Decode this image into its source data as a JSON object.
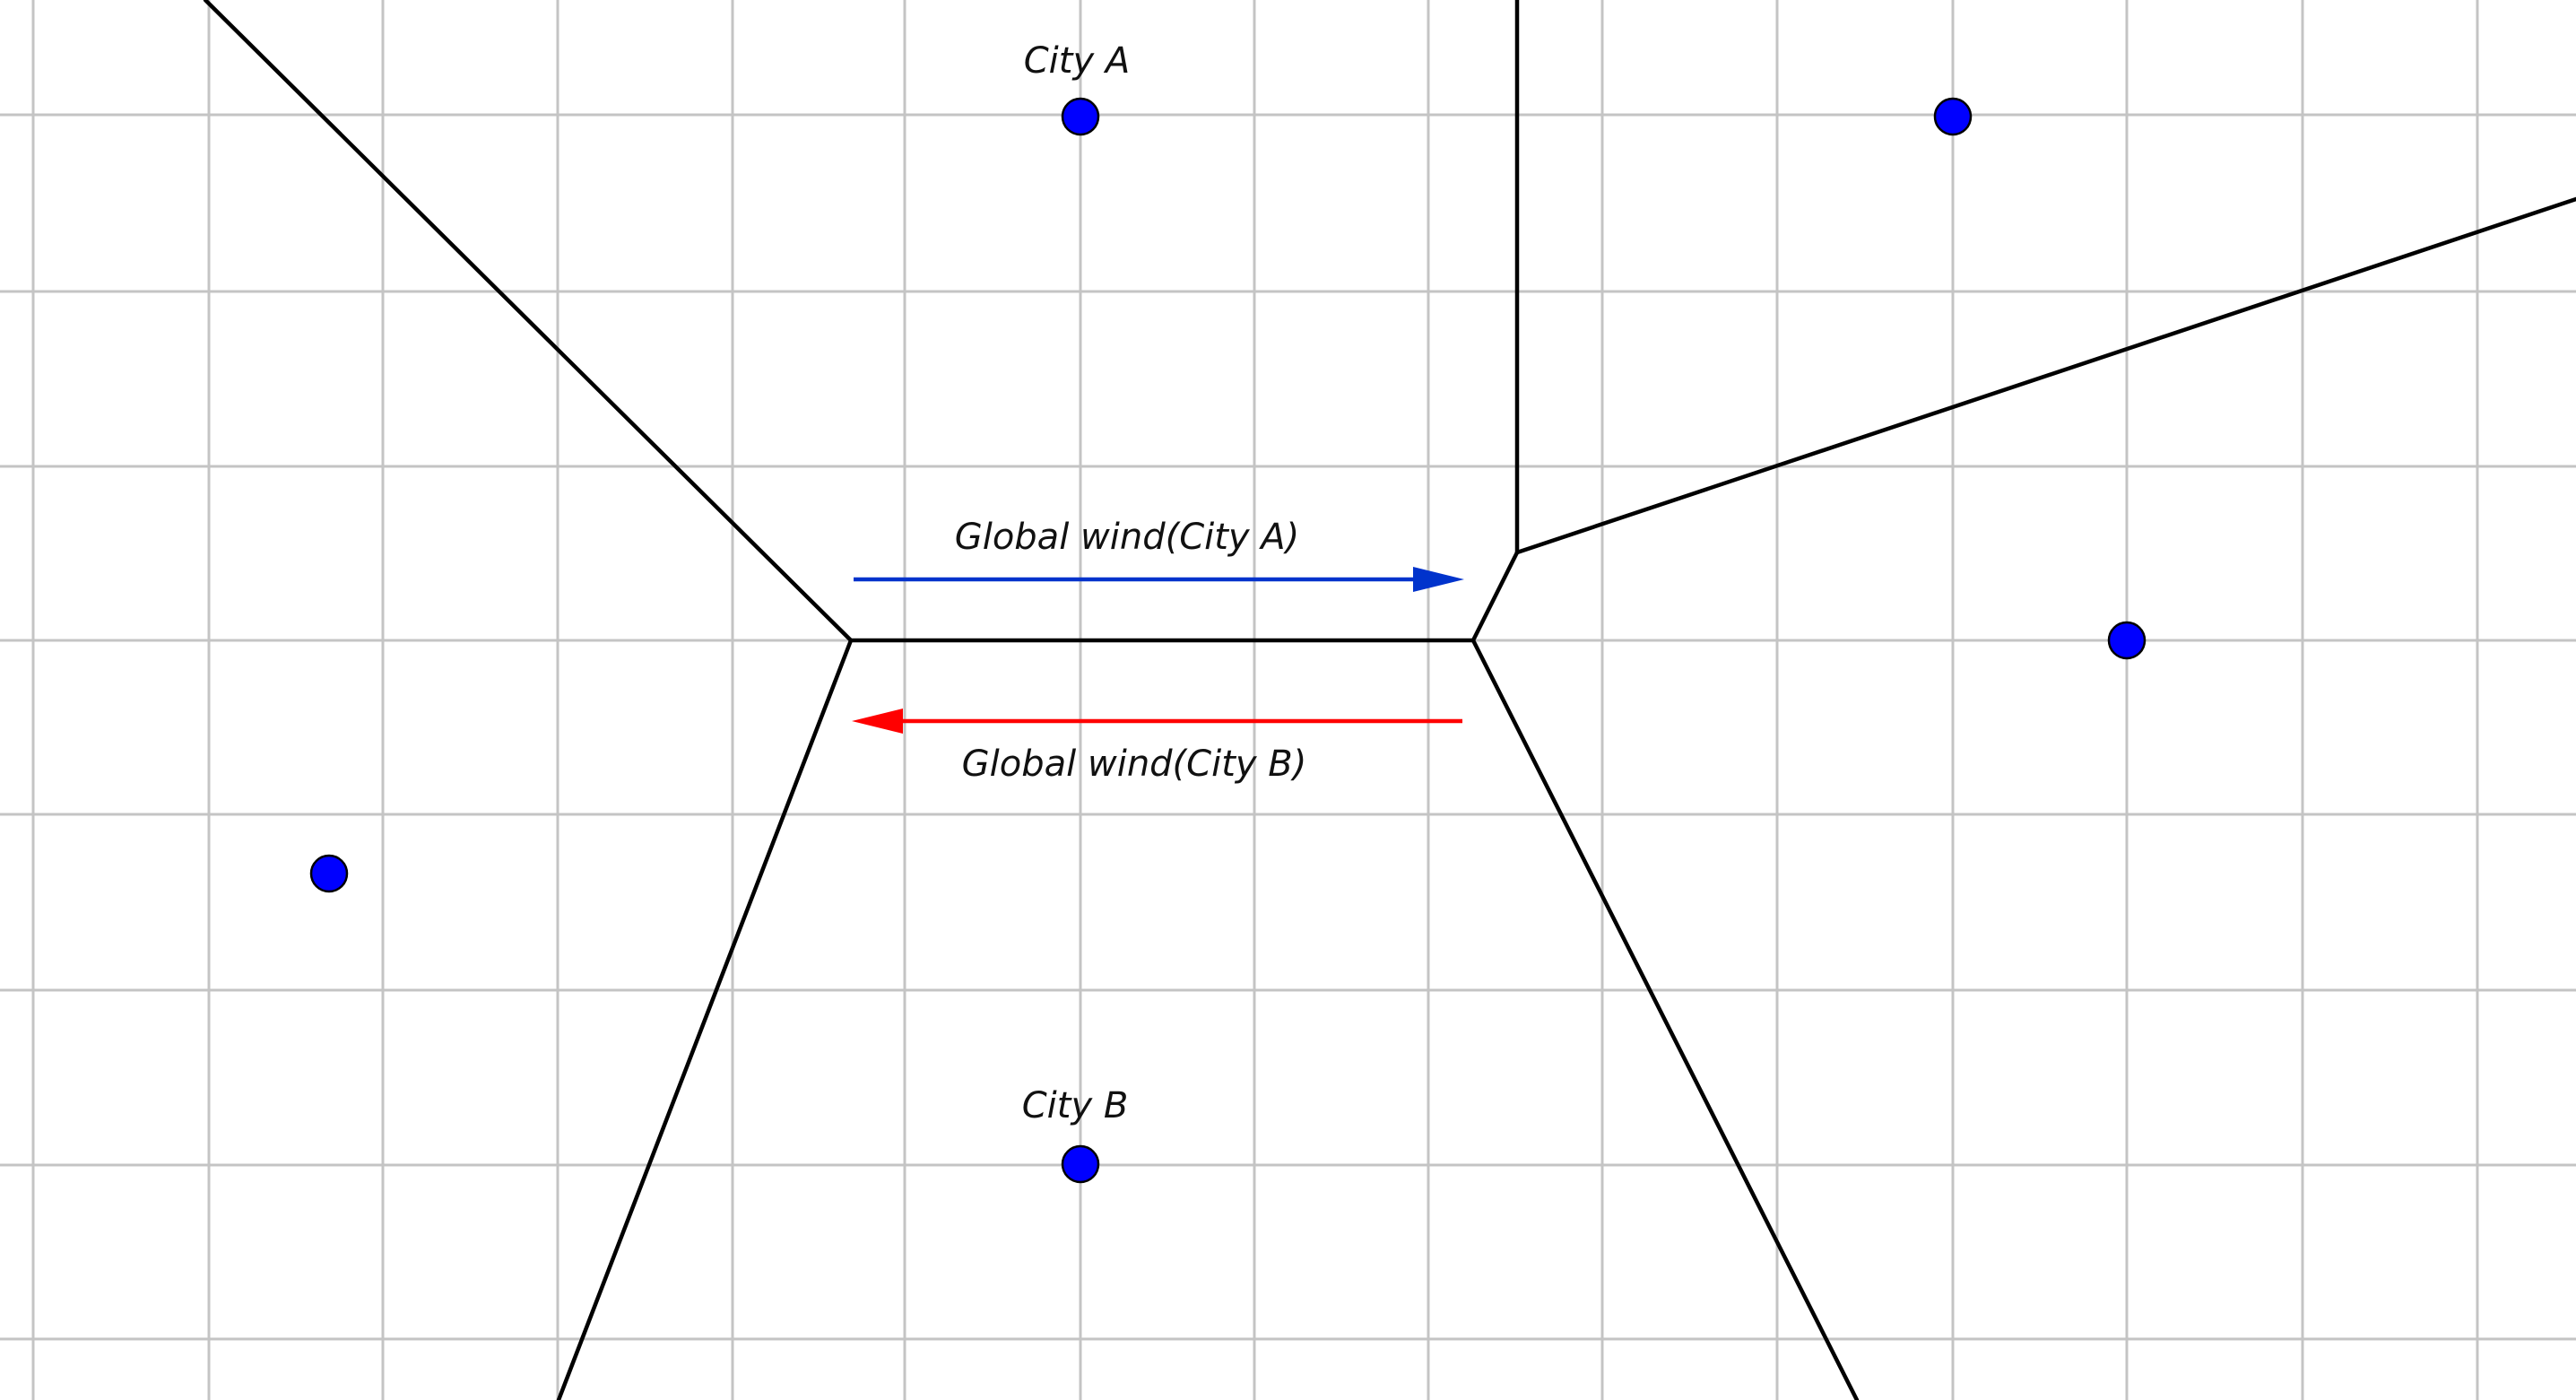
{
  "labels": {
    "city_a": "City A",
    "city_b": "City B",
    "wind_a": "Global wind(City A)",
    "wind_b": "Global wind(City B)"
  },
  "colors": {
    "grid": "#c4c4c4",
    "edges": "#000000",
    "points": "#0000ff",
    "wind_a_arrow": "#0033cc",
    "wind_b_arrow": "#ff0000"
  },
  "icons": {
    "wind_a": "right-arrow-icon",
    "wind_b": "left-arrow-icon",
    "city": "dot-icon"
  }
}
